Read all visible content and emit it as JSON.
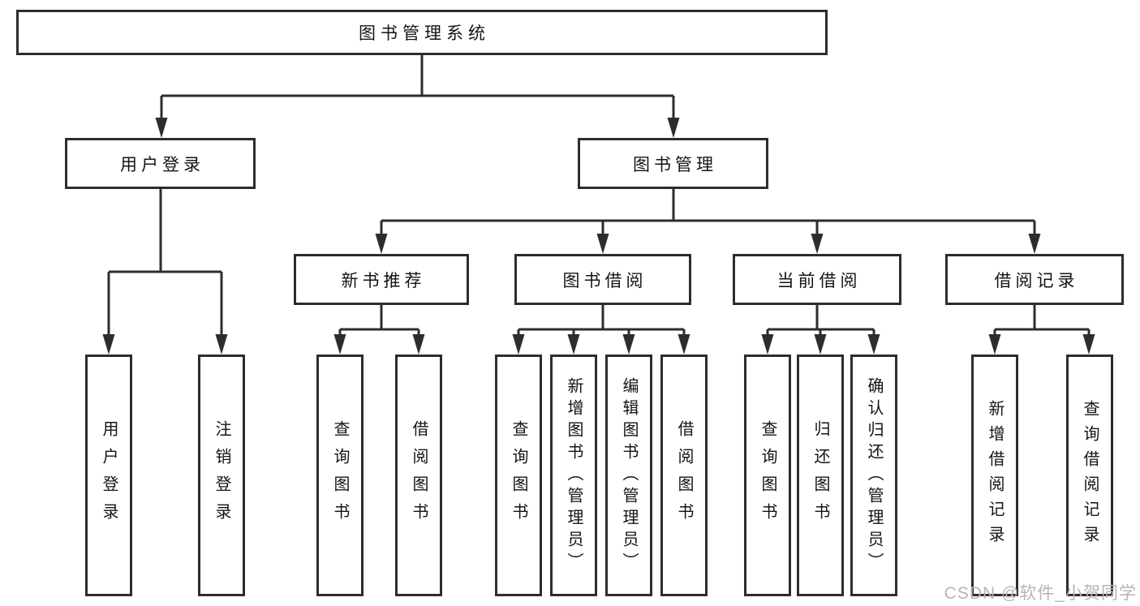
{
  "diagram": {
    "tree": {
      "label": "图书管理系统",
      "children": [
        {
          "label": "用户登录",
          "children": [
            {
              "label": "用户登录"
            },
            {
              "label": "注销登录"
            }
          ]
        },
        {
          "label": "图书管理",
          "children": [
            {
              "label": "新书推荐",
              "children": [
                {
                  "label": "查询图书"
                },
                {
                  "label": "借阅图书"
                }
              ]
            },
            {
              "label": "图书借阅",
              "children": [
                {
                  "label": "查询图书"
                },
                {
                  "label": "新增图书（管理员）"
                },
                {
                  "label": "编辑图书（管理员）"
                },
                {
                  "label": "借阅图书"
                }
              ]
            },
            {
              "label": "当前借阅",
              "children": [
                {
                  "label": "查询图书"
                },
                {
                  "label": "归还图书"
                },
                {
                  "label": "确认归还（管理员）"
                }
              ]
            },
            {
              "label": "借阅记录",
              "children": [
                {
                  "label": "新增借阅记录"
                },
                {
                  "label": "查询借阅记录"
                }
              ]
            }
          ]
        }
      ]
    },
    "colors": {
      "line": "#2d2d2d",
      "box_border": "#2d2d2d",
      "text": "#141414",
      "background": "#ffffff",
      "watermark": "#b5b5b5"
    }
  },
  "watermark": {
    "text": "CSDN @软件_小贺同学"
  }
}
